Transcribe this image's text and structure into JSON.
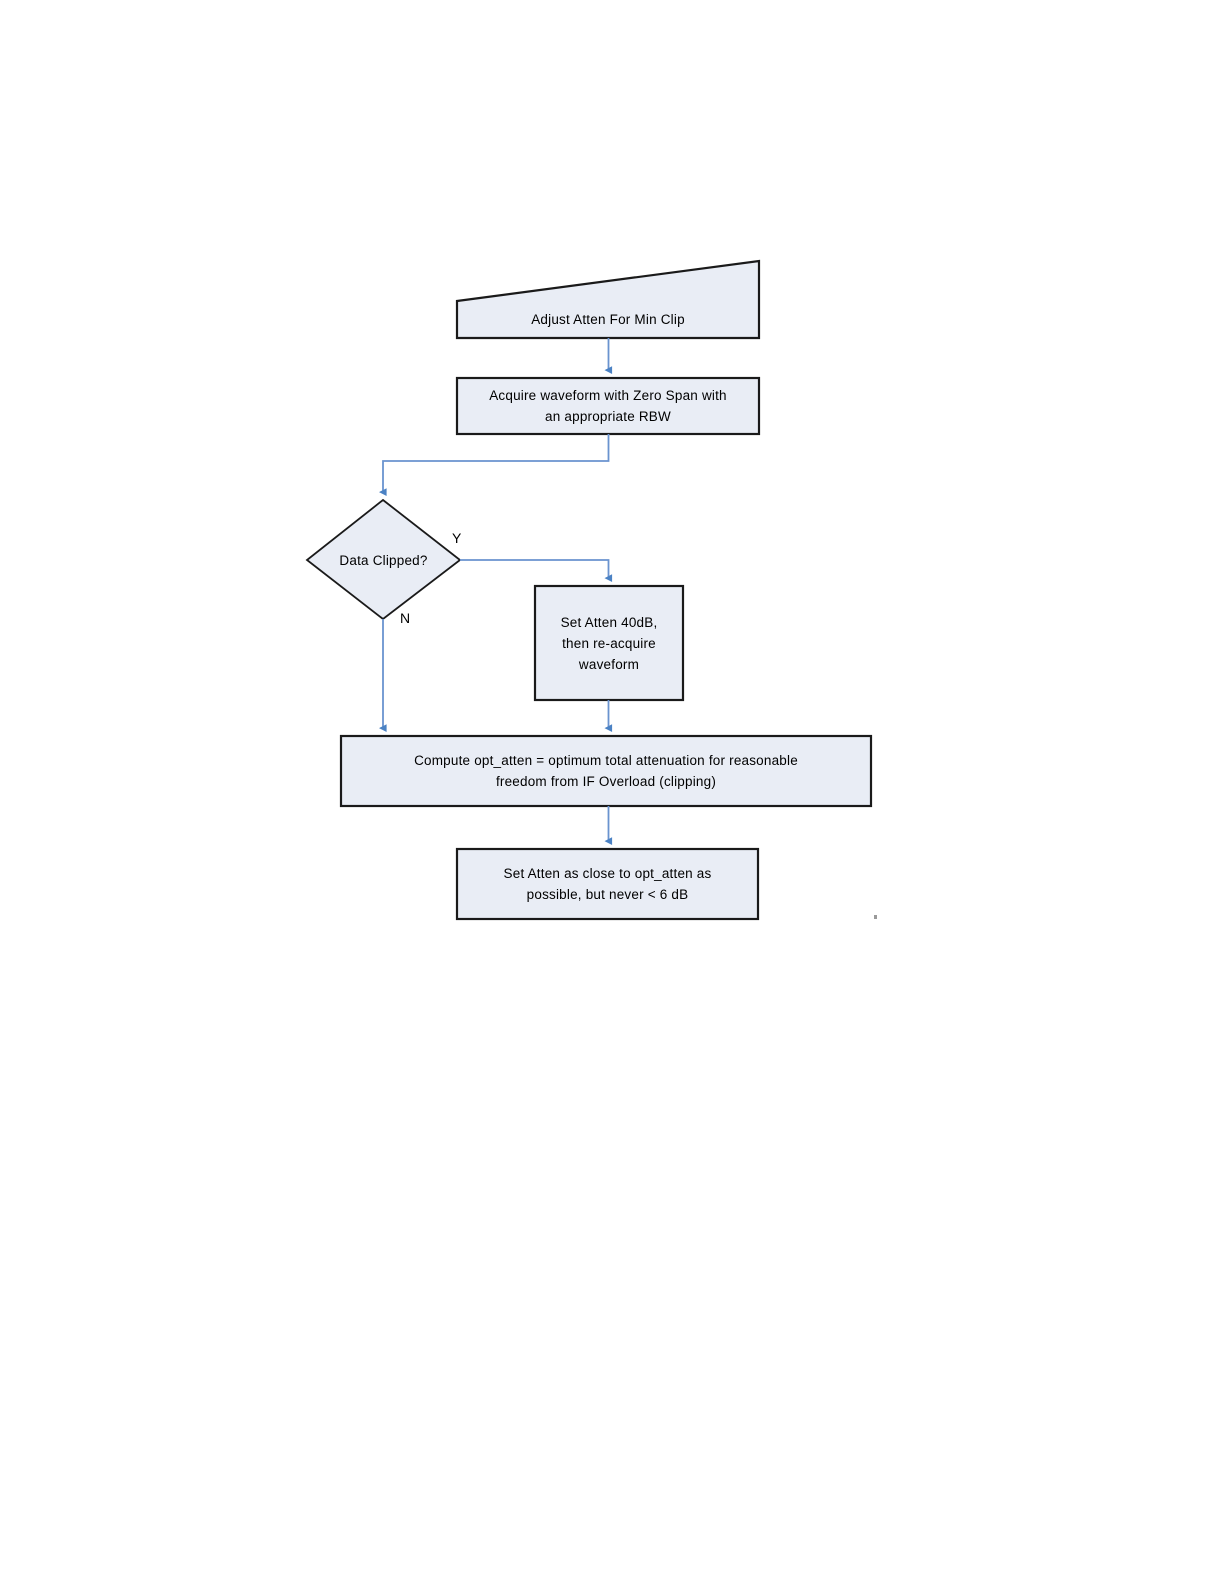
{
  "page": {
    "background_color": "#ffffff",
    "shape_fill": "#e9edf5",
    "shape_stroke": "#1a1a1a",
    "connector_color": "#6a93cf",
    "text_color": "#000000"
  },
  "chart_data": {
    "type": "diagram",
    "title": "Adjust Atten For Min Clip",
    "nodes": [
      {
        "id": "start-banner",
        "shape": "banner-quadrilateral",
        "label": "Adjust Atten For Min Clip"
      },
      {
        "id": "acquire-waveform",
        "shape": "rectangle",
        "label": "Acquire waveform with Zero Span with an appropriate RBW"
      },
      {
        "id": "data-clipped-decision",
        "shape": "diamond",
        "label": "Data Clipped?"
      },
      {
        "id": "set-atten-40db",
        "shape": "rectangle",
        "label": "Set Atten 40dB,\nthen re-acquire\nwaveform"
      },
      {
        "id": "compute-opt-atten",
        "shape": "rectangle",
        "label": "Compute opt_atten = optimum total attenuation for reasonable freedom from IF Overload (clipping)"
      },
      {
        "id": "set-atten-final",
        "shape": "rectangle",
        "label": "Set Atten as close to opt_atten as possible, but never < 6 dB"
      }
    ],
    "edges": [
      {
        "from": "start-banner",
        "to": "acquire-waveform",
        "label": ""
      },
      {
        "from": "acquire-waveform",
        "to": "data-clipped-decision",
        "label": ""
      },
      {
        "from": "data-clipped-decision",
        "to": "set-atten-40db",
        "label": "Y"
      },
      {
        "from": "data-clipped-decision",
        "to": "compute-opt-atten",
        "label": "N"
      },
      {
        "from": "set-atten-40db",
        "to": "compute-opt-atten",
        "label": ""
      },
      {
        "from": "compute-opt-atten",
        "to": "set-atten-final",
        "label": ""
      }
    ]
  },
  "flow": {
    "start_banner": {
      "label": "Adjust Atten For Min Clip"
    },
    "acquire_box": {
      "label": "Acquire waveform with Zero Span with\nan appropriate RBW"
    },
    "decision": {
      "label": "Data Clipped?"
    },
    "set_atten_40": {
      "label": "Set Atten 40dB,\nthen re-acquire\nwaveform"
    },
    "compute_box": {
      "label": "Compute opt_atten = optimum total attenuation for reasonable\nfreedom from IF Overload (clipping)"
    },
    "final_box": {
      "label": "Set Atten as close to opt_atten as\npossible, but never < 6 dB"
    },
    "branch_yes": {
      "label": "Y"
    },
    "branch_no": {
      "label": "N"
    }
  }
}
